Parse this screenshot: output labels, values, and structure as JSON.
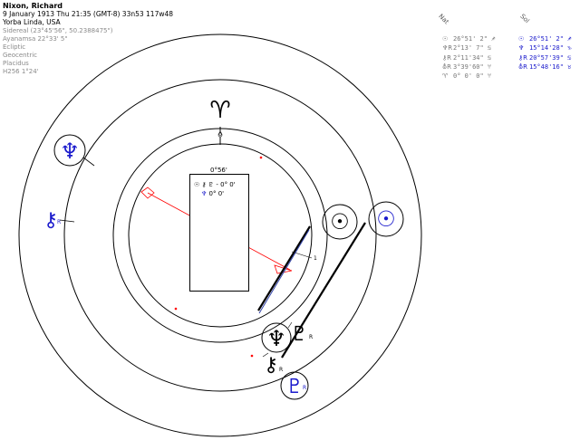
{
  "header": {
    "name": "Nixon, Richard",
    "datetime": "9 January 1913  Thu  21:35 (GMT-8) 33n53  117w48",
    "place": "Yorba Linda, USA",
    "sidereal": "Sidereal (23°45'56\", 50.2388475\")",
    "ayanamsa": "Ayanamsa 22°33' 5\"",
    "ecliptic": "Ecliptic",
    "geocentric": "Geocentric",
    "placidus": "Placidus",
    "harmonic": "H256  1°24'"
  },
  "table": {
    "natal_heading": "Nat",
    "solar_heading": "Sol",
    "natal_rows": [
      {
        "glyph": "☉",
        "value": "26°51' 2\" ♐"
      },
      {
        "glyph": "♆R",
        "value": "2°13' 7\" ♋"
      },
      {
        "glyph": "⚷R",
        "value": "2°11'34\" ♋"
      },
      {
        "glyph": "⛢R",
        "value": "3°39'60\" ♈"
      },
      {
        "glyph": "♈",
        "value": "0° 0' 0\" ♈"
      }
    ],
    "solar_rows": [
      {
        "glyph": "☉",
        "value": "26°51' 2\" ♐"
      },
      {
        "glyph": "♆",
        "value": "15°14'28\" ♑"
      },
      {
        "glyph": "⚷R",
        "value": "20°57'39\" ♋"
      },
      {
        "glyph": "⛢R",
        "value": "15°48'16\" ♉"
      }
    ]
  },
  "center_box": {
    "title": "0°56'",
    "line1_glyphs": "☉ ⚷ ♇",
    "line1_value": "- 0° 0'",
    "line2_glyph": "♆",
    "line2_value": "0° 0'"
  },
  "wheel": {
    "aries_glyph": "♈",
    "zero_label": "0",
    "house_label": "1",
    "retro_label": "R",
    "natal_color": "#000000",
    "solar_color": "#1a1acc",
    "asc_color": "#ff0000",
    "planets": {
      "natal_sun": "☉",
      "solar_sun": "☉",
      "natal_neptune": "♆",
      "solar_neptune": "♆",
      "solar_chiron": "⚷",
      "natal_chiron": "⚷",
      "natal_pluto": "♇",
      "solar_pluto": "♇"
    }
  }
}
